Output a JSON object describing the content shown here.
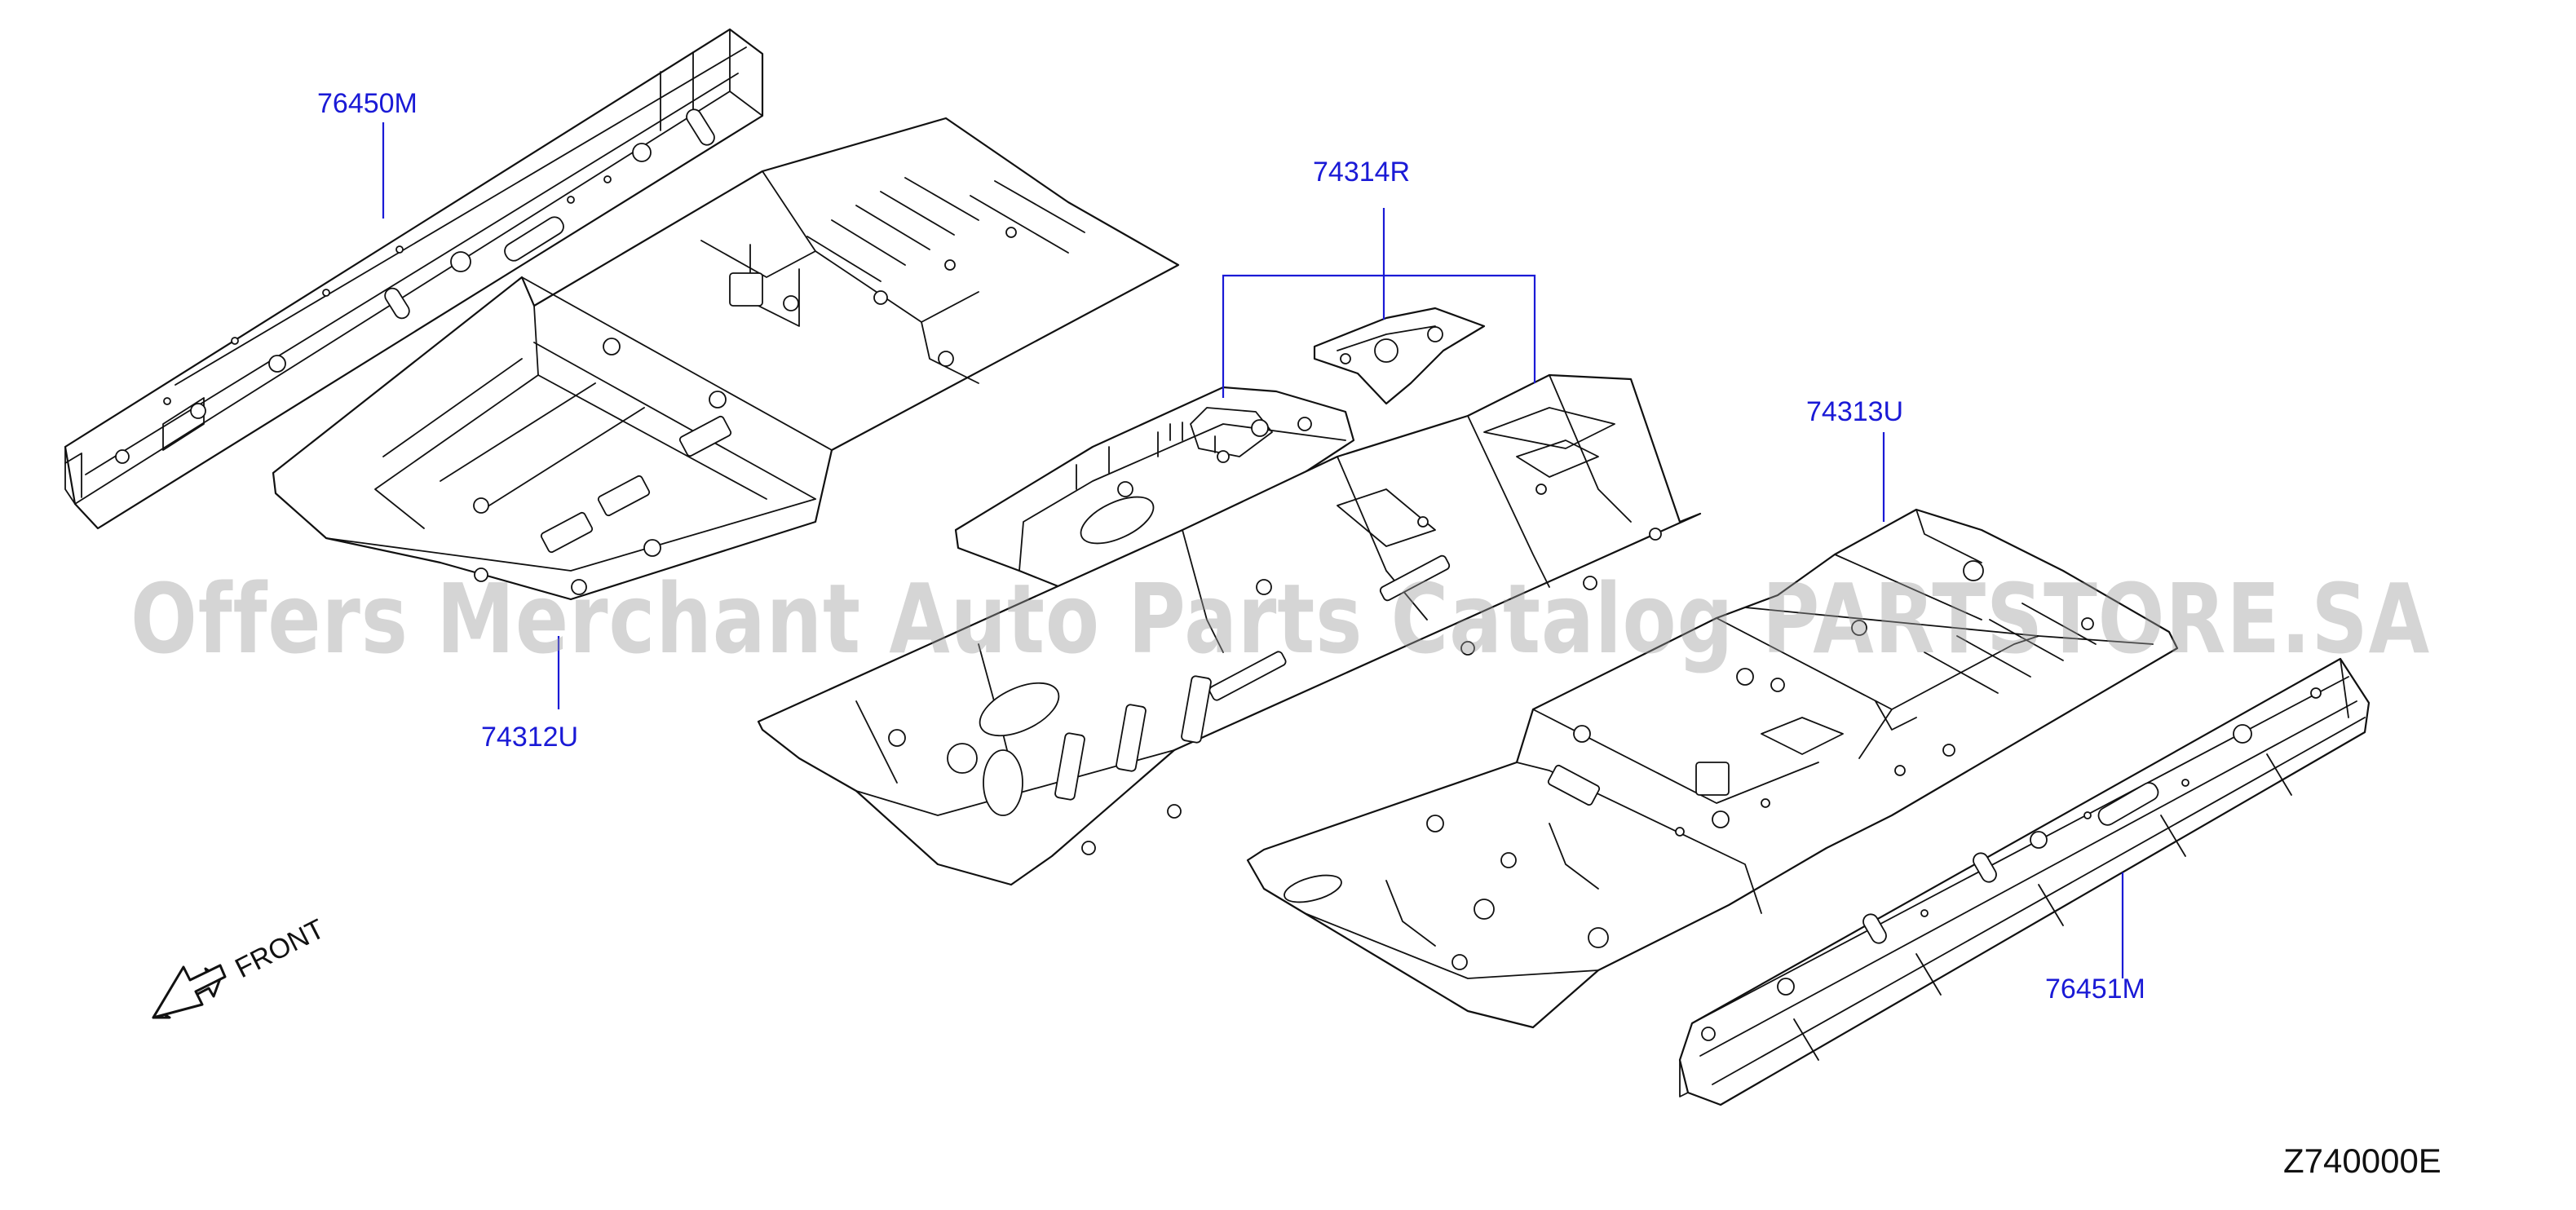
{
  "diagram": {
    "code": "Z740000E",
    "watermark": "Offers Merchant Auto Parts Catalog PARTSTORE.SA",
    "front_label": "FRONT",
    "icons": {
      "front_direction": "arrow-down-left-icon"
    },
    "colors": {
      "label": "#1a1ad6",
      "line": "#111111",
      "watermark": "#9a9a9a"
    },
    "parts": [
      {
        "id": "76450M",
        "label": "76450M"
      },
      {
        "id": "74314R",
        "label": "74314R"
      },
      {
        "id": "74313U",
        "label": "74313U"
      },
      {
        "id": "74312U",
        "label": "74312U"
      },
      {
        "id": "76451M",
        "label": "76451M"
      }
    ]
  }
}
